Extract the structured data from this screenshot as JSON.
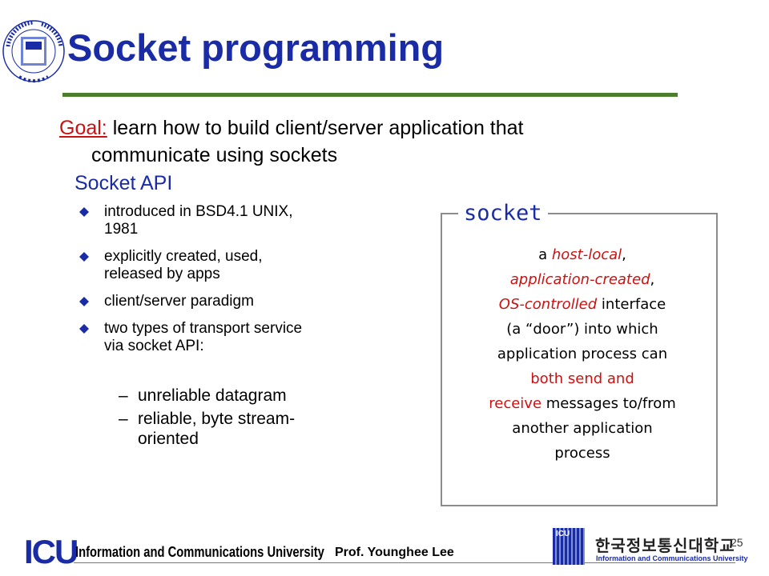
{
  "slide": {
    "title": "Socket programming",
    "goal_label": "Goal:",
    "goal_text_1": " learn how to build client/server application that",
    "goal_text_2": "communicate using sockets",
    "api_heading": "Socket API",
    "bullets": [
      {
        "line1": "introduced in BSD4.1 UNIX,",
        "line2": "1981"
      },
      {
        "line1": "explicitly created, used,",
        "line2": "released by apps"
      },
      {
        "line1": "client/server paradigm",
        "line2": ""
      },
      {
        "line1": "two types of transport service",
        "line2": "via socket API:"
      }
    ],
    "sub_bullets": [
      {
        "dash": "–",
        "line1": "unreliable datagram",
        "line2": ""
      },
      {
        "dash": "–",
        "line1": "reliable, byte stream-",
        "line2": "oriented"
      }
    ],
    "socket_box": {
      "legend": "socket",
      "l1_a": "a ",
      "l1_b": "host-local",
      "l1_c": ",",
      "l2_a": "application-created",
      "l2_b": ",",
      "l3_a": "OS-controlled",
      "l3_b": " interface",
      "l4": "(a “door”) into which",
      "l5": "application process can",
      "l6": "both send and",
      "l7_a": "receive",
      "l7_b": " messages to/from",
      "l8": "another application",
      "l9": "process"
    }
  },
  "footer": {
    "icu_logo": "ICU",
    "university": "Information and Communications University",
    "professor": "Prof. Younghee Lee",
    "korean_name": "한국정보통신대학교",
    "korean_sub": "Information and Communications University",
    "small_logo_text": "ICU",
    "page_number": "25"
  },
  "colors": {
    "title": "#1a2ba6",
    "accent_red": "#cc1111",
    "rule_green": "#4a7d2c",
    "box_border": "#8c8c8c"
  }
}
